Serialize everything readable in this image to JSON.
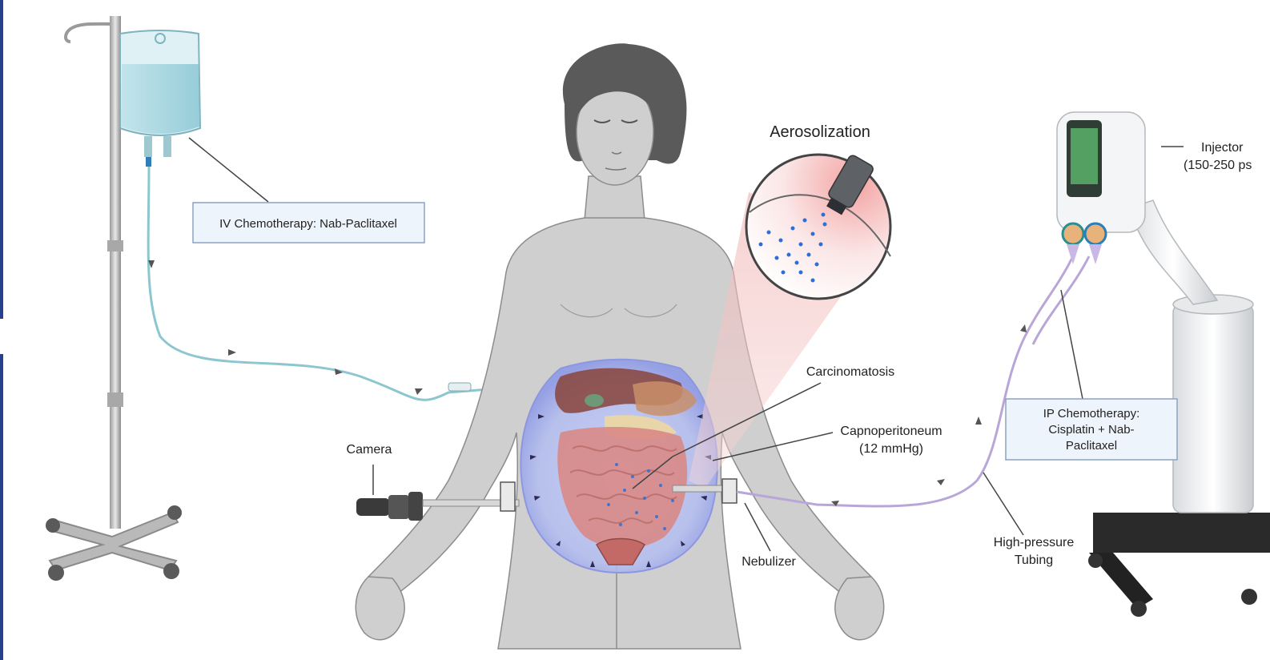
{
  "labels": {
    "iv_chemo": "IV Chemotherapy: Nab-Paclitaxel",
    "aerosolization": "Aerosolization",
    "injector_line1": "Injector",
    "injector_line2": "(150-250 ps",
    "carcinomatosis": "Carcinomatosis",
    "capno_line1": "Capnoperitoneum",
    "capno_line2": "(12 mmHg)",
    "camera": "Camera",
    "nebulizer": "Nebulizer",
    "ip_line1": "IP Chemotherapy:",
    "ip_line2": "Cisplatin + Nab-",
    "ip_line3": "Paclitaxel",
    "tubing_line1": "High-pressure",
    "tubing_line2": "Tubing"
  },
  "colors": {
    "edge_bar": "#26408b",
    "label_box_fill": "#eef4fb",
    "label_box_stroke": "#8aa3c2",
    "iv_tube": "#8cc6cf",
    "ip_tube": "#b9a6d8",
    "body_fill": "#cfcfcf",
    "hair": "#5a5a5a",
    "abdomen_glow": "#b9c3f2",
    "bowel": "#d98a86",
    "liver": "#8b4a45",
    "aerosol_dot": "#2d6fd6",
    "cone": "#f3c2c2"
  }
}
